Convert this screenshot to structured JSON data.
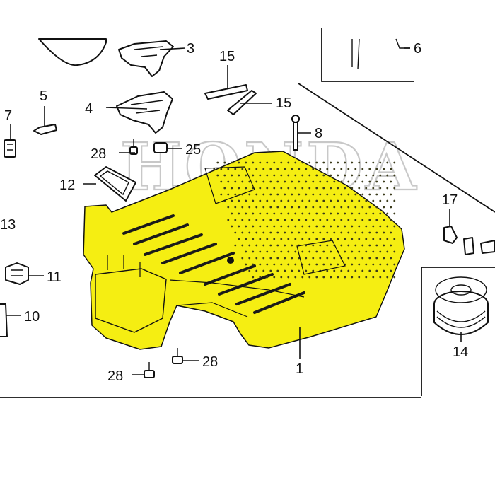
{
  "diagram": {
    "watermark_text": "HONDA",
    "highlight_color": "#f5ee12",
    "callouts": [
      {
        "id": "c1",
        "text": "1"
      },
      {
        "id": "c3",
        "text": "3"
      },
      {
        "id": "c4",
        "text": "4"
      },
      {
        "id": "c5",
        "text": "5"
      },
      {
        "id": "c6",
        "text": "6"
      },
      {
        "id": "c7",
        "text": "7"
      },
      {
        "id": "c8",
        "text": "8"
      },
      {
        "id": "c10",
        "text": "10"
      },
      {
        "id": "c11",
        "text": "11"
      },
      {
        "id": "c12",
        "text": "12"
      },
      {
        "id": "c13",
        "text": "13"
      },
      {
        "id": "c14",
        "text": "14"
      },
      {
        "id": "c15a",
        "text": "15"
      },
      {
        "id": "c15b",
        "text": "15"
      },
      {
        "id": "c17",
        "text": "17"
      },
      {
        "id": "c25",
        "text": "25"
      },
      {
        "id": "c28a",
        "text": "28"
      },
      {
        "id": "c28b",
        "text": "28"
      },
      {
        "id": "c28c",
        "text": "28"
      }
    ]
  }
}
